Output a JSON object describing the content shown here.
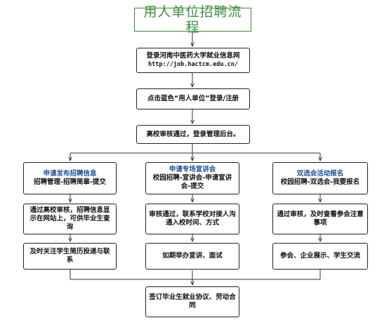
{
  "title": "用人单位招聘流程",
  "steps": {
    "login_site": {
      "line1": "登录河南中医药大学就业信息网",
      "url": "http://job.hactcm.edu.cn/"
    },
    "click_login": "点击蓝色“用人单位”登录/注册",
    "approval": "高校审核通过，登录管理后台。"
  },
  "branches": [
    {
      "heading": "申请发布招聘信息",
      "path": "招聘管理-招聘简章-提交",
      "step2": "通过高校审核，招聘信息显示在网站上，可供毕业生查询",
      "step3": "及时关注学生简历投递与联系"
    },
    {
      "heading": "申请专场宣讲会",
      "path": "校园招聘-宣讲会-申请宣讲会-提交",
      "step2": "审核通过，联系学校对接人沟通入校时间、方式",
      "step3": "如期举办宣讲、面试"
    },
    {
      "heading": "双选会活动报名",
      "path": "校园招聘-双选会-我要报名",
      "step2": "通过审核，及时查看参会注意事项",
      "step3": "参会、企业展示、学生交流"
    }
  ],
  "final": "签订毕业生就业协议、劳动合同",
  "colors": {
    "title_green": "#3b8f3b",
    "heading_blue": "#1f4e9a",
    "line": "#333333"
  }
}
